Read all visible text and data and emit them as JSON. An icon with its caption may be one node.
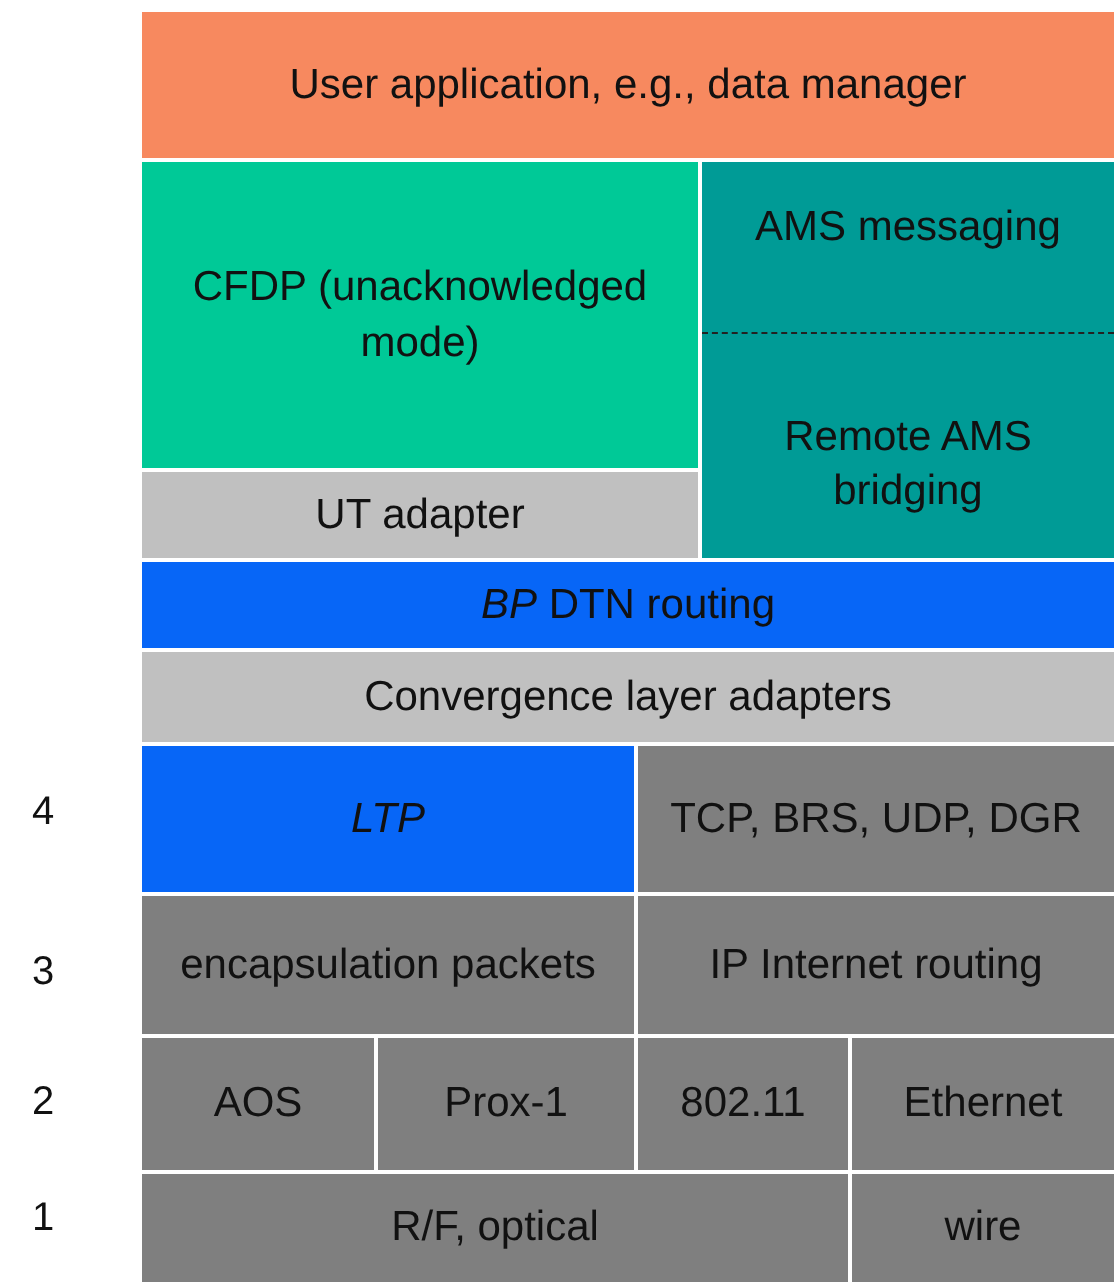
{
  "diagram": {
    "nodes": [
      {
        "text": [
          "User application, e.g., data manager"
        ]
      },
      {
        "text": [
          "CFDP (unacknowledged mode)"
        ]
      },
      {
        "text": [
          "UT adapter"
        ]
      },
      {
        "text": [
          "AMS messaging",
          "Remote AMS bridging"
        ]
      },
      {
        "text": [
          "*BP* DTN routing"
        ]
      },
      {
        "text": [
          "Convergence layer adapters"
        ]
      },
      {
        "text": [
          "LTP"
        ]
      },
      {
        "text": [
          "TCP, BRS, UDP, DGR"
        ]
      },
      {
        "text": [
          "encapsulation packets"
        ]
      },
      {
        "text": [
          "IP Internet routing"
        ]
      },
      {
        "text": [
          "AOS"
        ]
      },
      {
        "text": [
          "Prox-1"
        ]
      },
      {
        "text": [
          "802.11"
        ]
      },
      {
        "text": [
          "Ethernet"
        ]
      },
      {
        "text": [
          "R/F, optical"
        ]
      },
      {
        "text": [
          "wire"
        ]
      }
    ],
    "edges": [],
    "labels": [
      "4",
      "3",
      "2",
      "1"
    ]
  }
}
